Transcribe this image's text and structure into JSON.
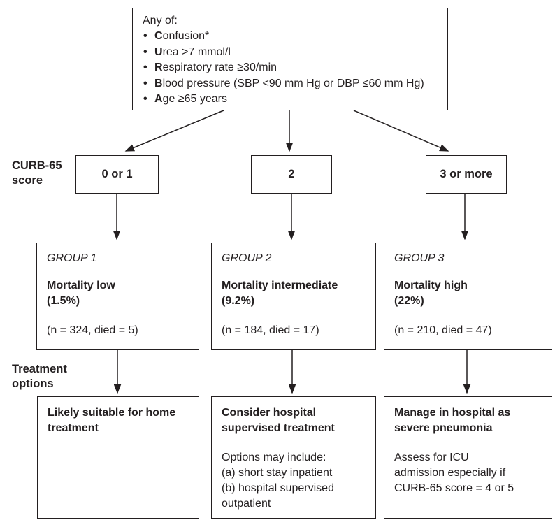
{
  "criteria_box": {
    "intro": "Any of:",
    "items": [
      {
        "initial": "C",
        "rest": "onfusion*"
      },
      {
        "initial": "U",
        "rest": "rea >7 mmol/l"
      },
      {
        "initial": "R",
        "rest": "espiratory rate ≥30/min"
      },
      {
        "initial": "B",
        "rest": "lood pressure (SBP <90 mm Hg or DBP ≤60 mm Hg)"
      },
      {
        "initial": "A",
        "rest": "ge ≥65 years"
      }
    ]
  },
  "side_labels": {
    "score": "CURB-65\nscore",
    "treatment": "Treatment\noptions"
  },
  "score_boxes": [
    {
      "label": "0 or 1"
    },
    {
      "label": "2"
    },
    {
      "label": "3 or more"
    }
  ],
  "group_boxes": [
    {
      "name": "GROUP 1",
      "mortality": "Mortality low\n(1.5%)",
      "stats": "(n = 324, died = 5)"
    },
    {
      "name": "GROUP 2",
      "mortality": "Mortality intermediate\n(9.2%)",
      "stats": "(n = 184, died = 17)"
    },
    {
      "name": "GROUP 3",
      "mortality": "Mortality high\n(22%)",
      "stats": "(n = 210, died = 47)"
    }
  ],
  "treatment_boxes": [
    {
      "heading": "Likely suitable for home\ntreatment",
      "body": ""
    },
    {
      "heading": "Consider hospital\nsupervised treatment",
      "body": "Options may include:\n(a) short stay inpatient\n(b) hospital supervised\noutpatient"
    },
    {
      "heading": "Manage in hospital as\nsevere pneumonia",
      "body": "Assess for ICU\nadmission especially if\nCURB-65 score = 4 or 5"
    }
  ],
  "colors": {
    "line": "#231f20",
    "text": "#231f20",
    "background": "#ffffff"
  }
}
